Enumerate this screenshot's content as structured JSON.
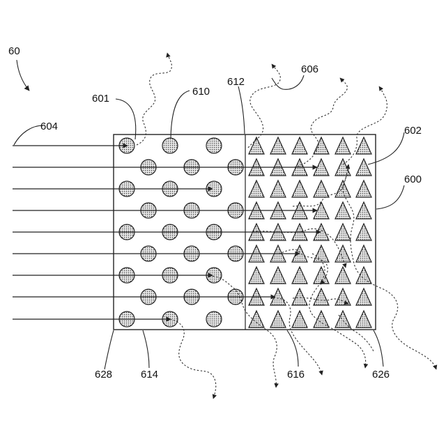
{
  "figure_label": "60",
  "labels": {
    "l601": "601",
    "l602": "602",
    "l604": "604",
    "l606": "606",
    "l610": "610",
    "l612": "612",
    "l600": "600",
    "l614": "614",
    "l616": "616",
    "l626": "626",
    "l628": "628"
  },
  "legend_elements": {
    "circle_particle": "circle-particle",
    "triangle_particle": "triangle-particle"
  }
}
